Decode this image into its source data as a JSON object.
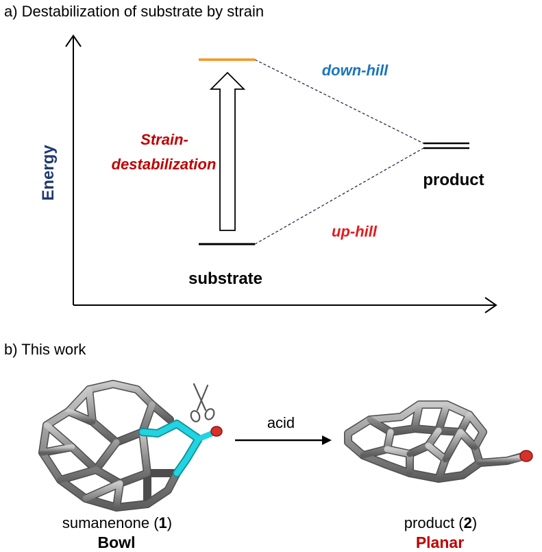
{
  "panel_a": {
    "heading": "a) Destabilization of substrate by strain",
    "energy_label": "Energy",
    "strain_label_line1": "Strain-",
    "strain_label_line2": "destabilization",
    "down_hill": "down-hill",
    "up_hill": "up-hill",
    "product": "product",
    "substrate": "substrate"
  },
  "panel_b": {
    "heading": "b) This work",
    "arrow_label": "acid",
    "reactant_name": "sumanenone (",
    "reactant_number": "1",
    "reactant_close": ")",
    "reactant_shape": "Bowl",
    "product_name": "product (",
    "product_number": "2",
    "product_close": ")",
    "product_shape": "Planar"
  },
  "colors": {
    "energy_label": "#1f3a6e",
    "strain": "#c00000",
    "down_hill": "#1b75bc",
    "up_hill": "#e41a1c",
    "strained_level": "#f7941d",
    "planar": "#c00000",
    "bond_grey": "#8a8a8a",
    "bond_cyan": "#22d3e0",
    "oxygen_red": "#d8312b"
  }
}
